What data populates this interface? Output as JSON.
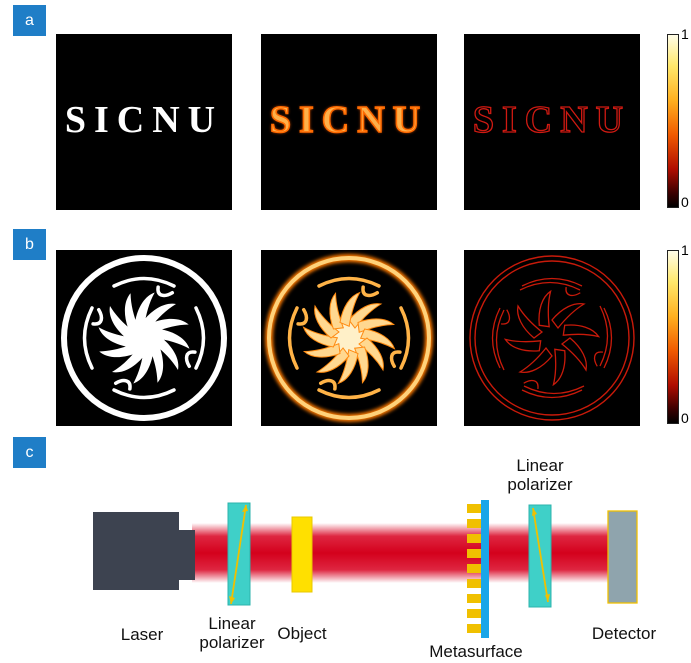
{
  "panels": {
    "a": "a",
    "b": "b",
    "c": "c"
  },
  "row_a": {
    "text": "SICNU",
    "colors": {
      "white": "#ffffff",
      "glow": "#ff8a1a",
      "edge": "#c01010"
    }
  },
  "row_b": {
    "motif": "circular pattern with dragon-like figures around a swirl",
    "colors": {
      "white": "#ffffff",
      "glow": "#ffb347",
      "edge": "#c81a0a"
    }
  },
  "colorbar": {
    "max_label": "1",
    "min_label": "0"
  },
  "setup": {
    "laser": "Laser",
    "polarizer1": "Linear polarizer",
    "object": "Object",
    "metasurface": "Metasurface",
    "polarizer2": "Linear polarizer",
    "detector": "Detector",
    "colors": {
      "beam": "#d8001f",
      "polarizer": "#3fd0c8",
      "object": "#ffe000",
      "metasurface_substrate": "#1aa6e8",
      "metasurface_pillars": "#f0c000",
      "laser_body": "#3d4350",
      "detector": "#8fa4ad"
    }
  }
}
